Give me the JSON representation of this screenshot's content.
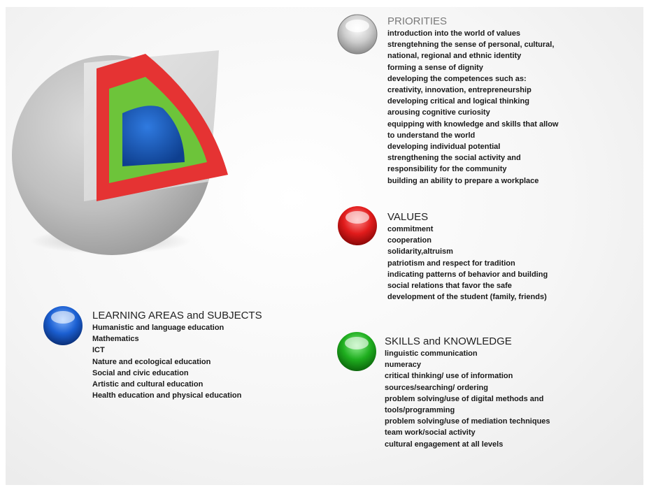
{
  "colors": {
    "priorities_orb": "#c8c8c8",
    "values_orb": "#e11b1b",
    "skills_orb": "#1fae1f",
    "learning_orb": "#1b5fd1",
    "layer_outer": "#bdbdbd",
    "layer_red": "#e53333",
    "layer_green": "#6dc43a",
    "layer_blue": "#1556b8"
  },
  "priorities": {
    "title": "PRIORITIES",
    "items": [
      "introduction into the world of values",
      "strengtehning the sense of personal, cultural,",
      "national, regional and ethnic identity",
      "forming a sense of dignity",
      "developing the competences such as:",
      "creativity, innovation, entrepreneurship",
      "developing critical and logical thinking",
      "arousing cognitive curiosity",
      "equipping with knowledge and skills that allow",
      "to understand the world",
      "developing individual potential",
      "strengthening the social activity and",
      "responsibility for the community",
      "building an ability to prepare a workplace"
    ]
  },
  "values": {
    "title": "VALUES",
    "items": [
      "commitment",
      "cooperation",
      "solidarity,altruism",
      "patriotism and respect for tradition",
      "indicating patterns of behavior and building",
      "social relations that favor the safe",
      "development of the student (family, friends)"
    ]
  },
  "skills": {
    "title": "SKILLS and KNOWLEDGE",
    "items": [
      "linguistic communication",
      "numeracy",
      "critical thinking/ use of information",
      "sources/searching/ ordering",
      "problem solving/use of digital methods and",
      "tools/programming",
      "problem solving/use of mediation techniques",
      "team work/social activity",
      "cultural engagement at all levels"
    ]
  },
  "learning": {
    "title": "LEARNING AREAS and SUBJECTS",
    "items": [
      "Humanistic and language education",
      "Mathematics",
      "ICT",
      "Nature and ecological education",
      "Social and civic education",
      "Artistic and cultural education",
      "Health education and physical education"
    ]
  }
}
